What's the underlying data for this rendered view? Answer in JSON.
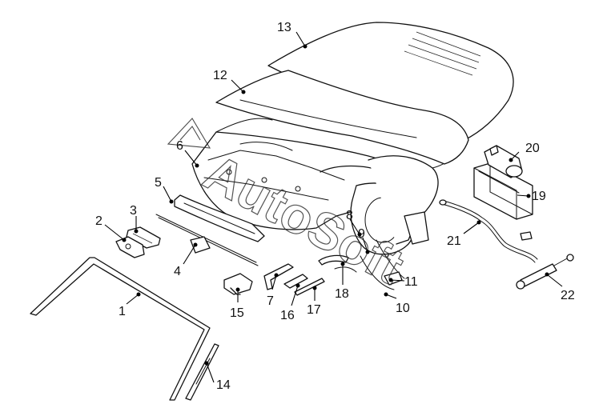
{
  "diagram": {
    "callouts": [
      {
        "id": "1",
        "label": "1"
      },
      {
        "id": "2",
        "label": "2"
      },
      {
        "id": "3",
        "label": "3"
      },
      {
        "id": "4",
        "label": "4"
      },
      {
        "id": "5",
        "label": "5"
      },
      {
        "id": "6",
        "label": "6"
      },
      {
        "id": "7",
        "label": "7"
      },
      {
        "id": "8",
        "label": "8"
      },
      {
        "id": "9",
        "label": "9"
      },
      {
        "id": "10",
        "label": "10"
      },
      {
        "id": "11",
        "label": "11"
      },
      {
        "id": "12",
        "label": "12"
      },
      {
        "id": "13",
        "label": "13"
      },
      {
        "id": "14",
        "label": "14"
      },
      {
        "id": "15",
        "label": "15"
      },
      {
        "id": "16",
        "label": "16"
      },
      {
        "id": "17",
        "label": "17"
      },
      {
        "id": "18",
        "label": "18"
      },
      {
        "id": "19",
        "label": "19"
      },
      {
        "id": "20",
        "label": "20"
      },
      {
        "id": "21",
        "label": "21"
      },
      {
        "id": "22",
        "label": "22"
      }
    ],
    "watermark": {
      "text": "AutoSoft"
    }
  }
}
